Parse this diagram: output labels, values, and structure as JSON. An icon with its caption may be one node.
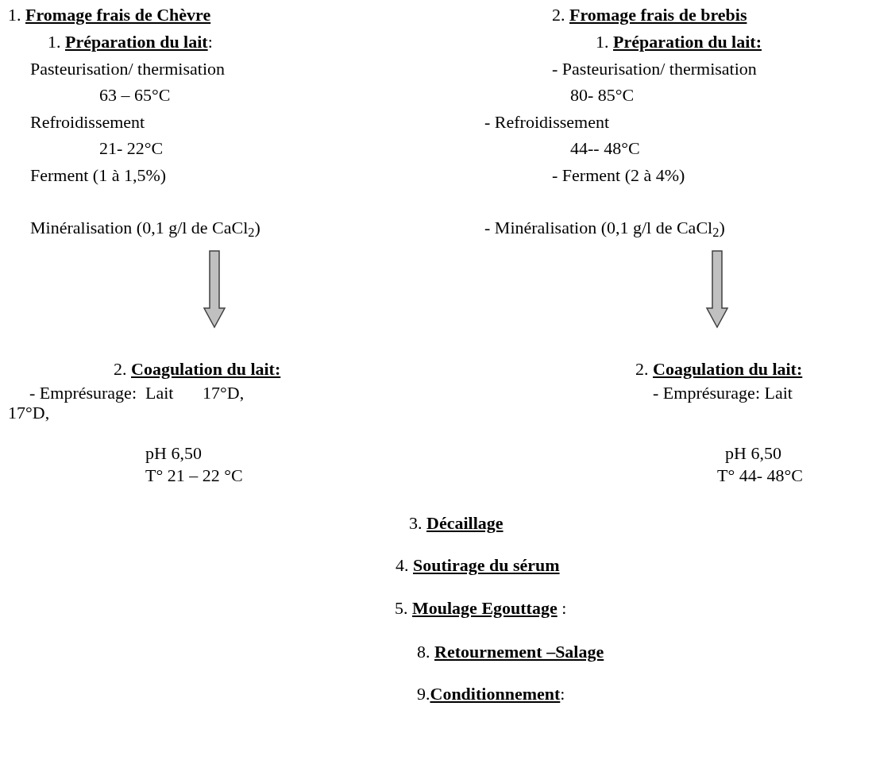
{
  "diagram": {
    "nodes": [
      {
        "text": [
          "1. **Préparation du lait**:",
          "Pasteurisation/ thermisation",
          "63 – 65°C",
          "Refroidissement",
          "21- 22°C",
          "Ferment (1 à 1,5%)",
          "Minéralisation (0,1 g/l de CaCl$_{2}$)"
        ]
      },
      {
        "text": [
          "1. **Préparation du lait:**",
          "- Pasteurisation/ thermisation",
          "80- 85°C",
          "- Refroidissement",
          "44-- 48°C",
          "- Ferment (2 à 4%)",
          "- Minéralisation (0,1 g/l de CaCl$_{2}$)"
        ]
      },
      {
        "text": [
          "2. **Coagulation du lait:**",
          "- Emprésurage:",
          "Lait",
          "17°D,",
          "17°D,",
          "pH 6,50",
          "T° 21 – 22 °C"
        ]
      },
      {
        "text": [
          "2. **Coagulation du lait:**",
          "- Emprésurage: Lait",
          "pH 6,50",
          "T° 44- 48°C"
        ]
      }
    ],
    "edges": [
      {
        "from": 0,
        "to": 2,
        "arrow": "to",
        "style": "thick"
      },
      {
        "from": 1,
        "to": 3,
        "arrow": "to",
        "style": "thick"
      }
    ],
    "labels": [
      "1. **Fromage frais de Chèvre**",
      "2. **Fromage frais de brebis**",
      "3. **Décaillage**",
      "4. **Soutirage du sérum**",
      "5. **Moulage Egouttage** :",
      "8. **Retournement –Salage**",
      "9.**Conditionnement**:"
    ]
  }
}
